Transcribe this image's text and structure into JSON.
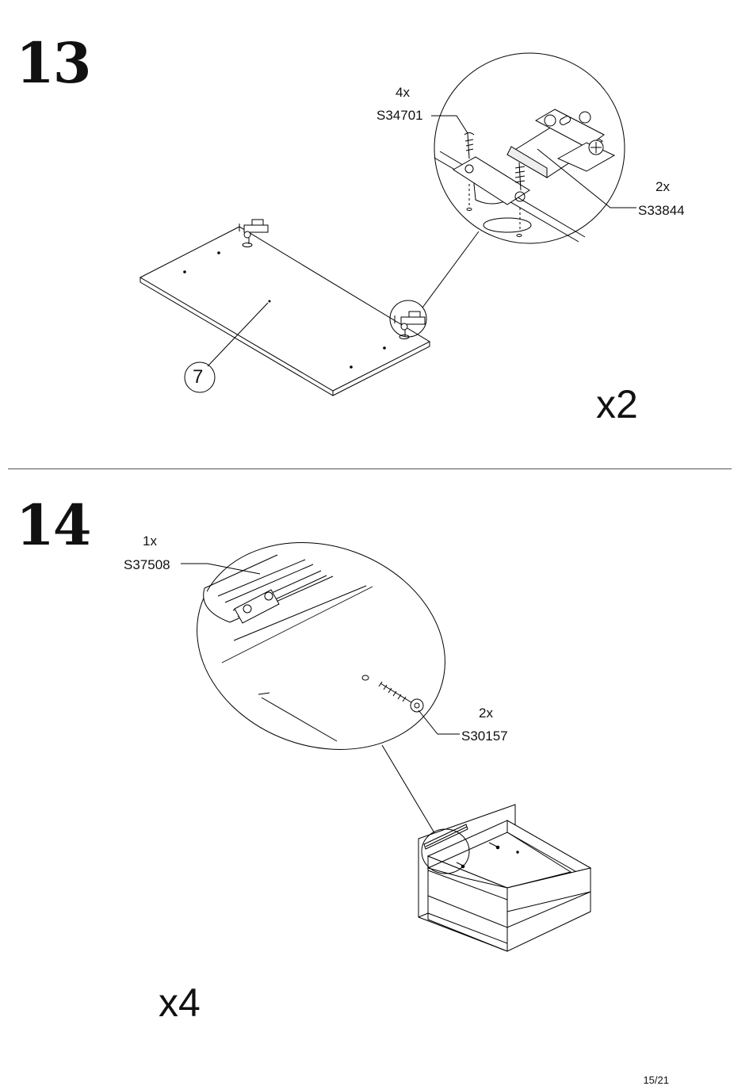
{
  "page": {
    "number": "15/21"
  },
  "steps": [
    {
      "number": "13",
      "multiplier": "x2",
      "part_label": "7",
      "callouts": [
        {
          "qty": "4x",
          "code": "S34701",
          "icon": "screw-icon"
        },
        {
          "qty": "2x",
          "code": "S33844",
          "icon": "hinge-icon"
        }
      ]
    },
    {
      "number": "14",
      "multiplier": "x4",
      "callouts": [
        {
          "qty": "1x",
          "code": "S37508",
          "icon": "drawer-rail-icon"
        },
        {
          "qty": "2x",
          "code": "S30157",
          "icon": "screw-icon"
        }
      ]
    }
  ]
}
